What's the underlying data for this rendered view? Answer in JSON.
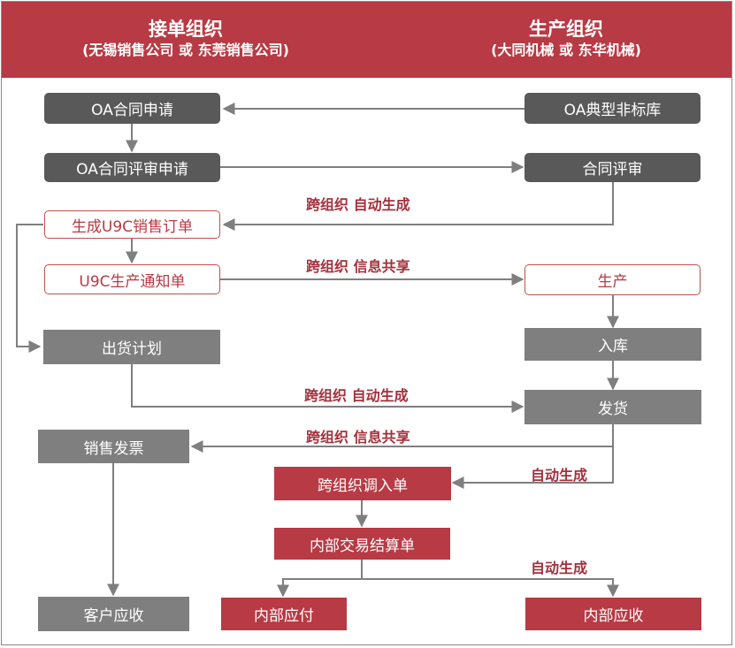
{
  "header": {
    "left_title": "接单组织",
    "left_subtitle": "(无锡销售公司 或 东莞销售公司)",
    "right_title": "生产组织",
    "right_subtitle": "(大同机械 或 东华机械)"
  },
  "nodes": {
    "oa_contract_apply": "OA合同申请",
    "oa_typical_library": "OA典型非标库",
    "oa_review_apply": "OA合同评审申请",
    "contract_review": "合同评审",
    "u9c_sales_order": "生成U9C销售订单",
    "u9c_production_notice": "U9C生产通知单",
    "production": "生产",
    "shipping_plan": "出货计划",
    "warehousing": "入库",
    "delivery": "发货",
    "sales_invoice": "销售发票",
    "cross_org_transfer": "跨组织调入单",
    "internal_settlement": "内部交易结算单",
    "customer_receivable": "客户应收",
    "internal_payable": "内部应付",
    "internal_receivable": "内部应收"
  },
  "labels": {
    "auto_gen_1": "跨组织  自动生成",
    "info_share_1": "跨组织  信息共享",
    "auto_gen_2": "跨组织  自动生成",
    "info_share_2": "跨组织  信息共享",
    "auto_gen_3": "自动生成",
    "auto_gen_4": "自动生成"
  },
  "colors": {
    "header_red": "#b83a44",
    "dark_gray": "#595959",
    "mid_gray": "#7f7f7f",
    "label_red": "#a4303c",
    "line_gray": "#7f7f7f"
  }
}
